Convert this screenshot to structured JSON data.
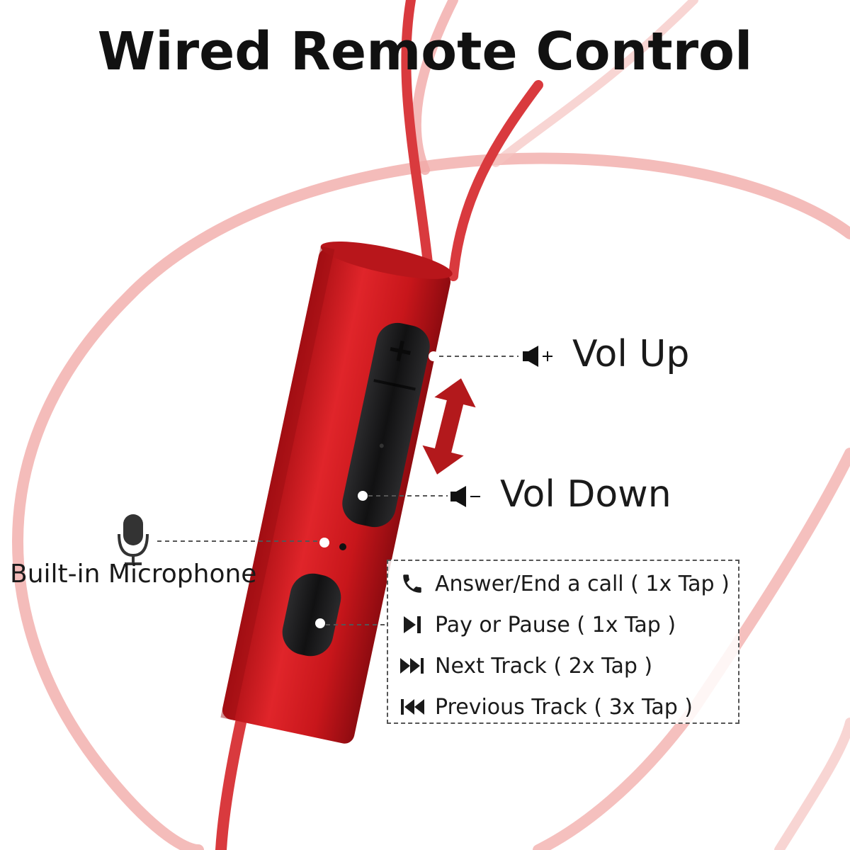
{
  "title": "Wired Remote Control",
  "labels": {
    "vol_up": "Vol Up",
    "vol_down": "Vol Down",
    "microphone": "Built-in Microphone"
  },
  "functions": [
    {
      "icon": "phone-icon",
      "text": "Answer/End a call ( 1x Tap )"
    },
    {
      "icon": "play-pause-icon",
      "text": "Pay or Pause ( 1x Tap )"
    },
    {
      "icon": "next-track-icon",
      "text": "Next Track ( 2x Tap )"
    },
    {
      "icon": "previous-track-icon",
      "text": "Previous Track ( 3x Tap )"
    }
  ],
  "colors": {
    "remote_body": "#d41a1f",
    "cable": "#e8585a",
    "cable_light": "#f4b6b4",
    "arrow": "#b3191c",
    "button": "#1c1c1e",
    "text": "#1a1a1a"
  }
}
